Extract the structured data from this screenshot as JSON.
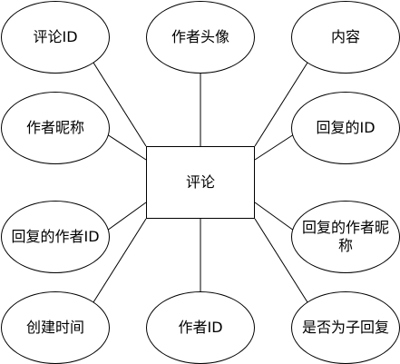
{
  "entity": {
    "label": "评论"
  },
  "attributes": {
    "comment_id": "评论ID",
    "author_avatar": "作者头像",
    "content": "内容",
    "author_nickname": "作者昵称",
    "reply_id": "回复的ID",
    "reply_author_id": "回复的作者ID",
    "reply_author_nickname": "回复的作者昵称",
    "created_time": "创建时间",
    "author_id": "作者ID",
    "is_child_reply": "是否为子回复"
  }
}
